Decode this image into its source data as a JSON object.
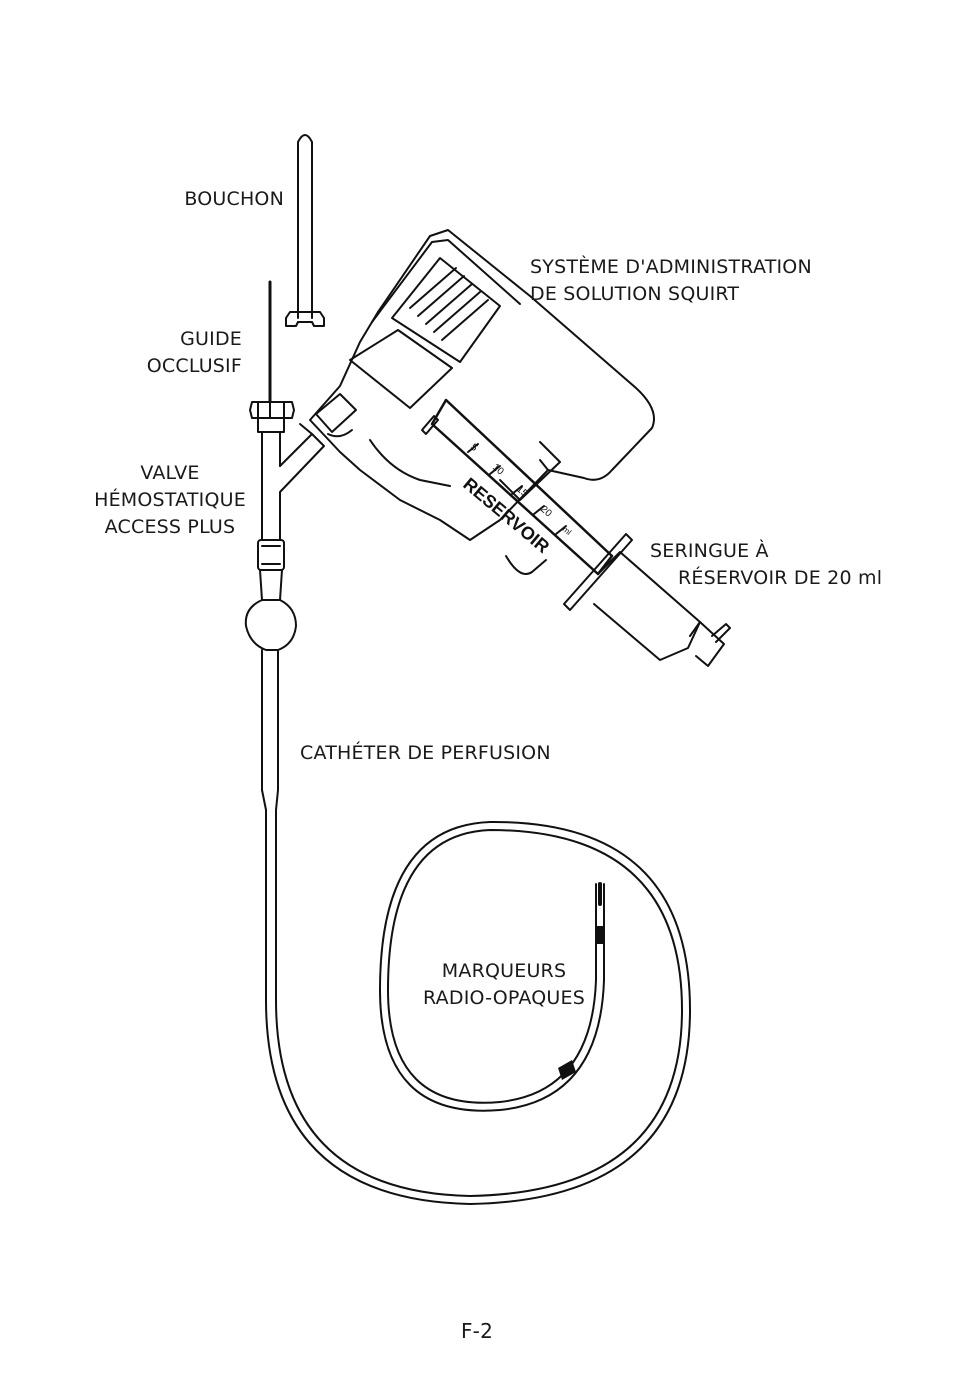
{
  "labels": {
    "bouchon": "BOUCHON",
    "guide_line1": "GUIDE",
    "guide_line2": "OCCLUSIF",
    "valve_line1": "VALVE",
    "valve_line2": "HÉMOSTATIQUE",
    "valve_line3": "ACCESS PLUS",
    "systeme_line1": "SYSTÈME D'ADMINISTRATION",
    "systeme_line2": "DE SOLUTION SQUIRT",
    "seringue_line1": "SERINGUE  À",
    "seringue_line2": "RÉSERVOIR DE 20 ml",
    "catheter": "CATHÉTER DE PERFUSION",
    "marqueurs_line1": "MARQUEURS",
    "marqueurs_line2": "RADIO-OPAQUES"
  },
  "syringe": {
    "barrel_text": "RESERVOIR",
    "scale_marks": [
      "5",
      "10",
      "15",
      "20"
    ],
    "unit": "ml"
  },
  "page_number": "F-2"
}
